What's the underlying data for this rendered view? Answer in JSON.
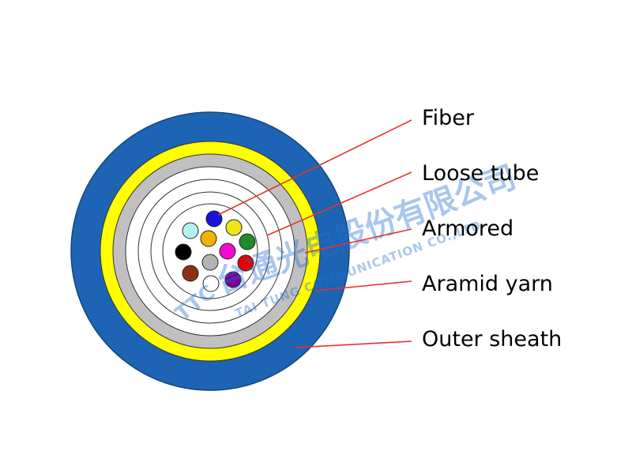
{
  "labels": {
    "fiber": "Fiber",
    "loose_tube": "Loose tube",
    "armored": "Armored",
    "aramid_yarn": "Aramid yarn",
    "outer_sheath": "Outer sheath"
  },
  "colors": {
    "outer_sheath": "#1e64b4",
    "aramid_yarn": "#ffff00",
    "armored": "#c0c0c0",
    "loose_tube": "#ffffff",
    "leader_line": "#e8322d"
  },
  "fibers": [
    {
      "color": "#1414dc"
    },
    {
      "color": "#f0e616"
    },
    {
      "color": "#1e8c28"
    },
    {
      "color": "#e60000"
    },
    {
      "color": "#780096"
    },
    {
      "color": "#ffffff"
    },
    {
      "color": "#8c3214"
    },
    {
      "color": "#000000"
    },
    {
      "color": "#b4f0f0"
    },
    {
      "color": "#f0b400"
    },
    {
      "color": "#f00ad2"
    },
    {
      "color": "#b4b4b4"
    }
  ],
  "watermark": {
    "logo": "TTC",
    "chinese": "台通光电股份有限公司",
    "english": "TAI TUNG COMMUNICATION CO.,LTD."
  }
}
